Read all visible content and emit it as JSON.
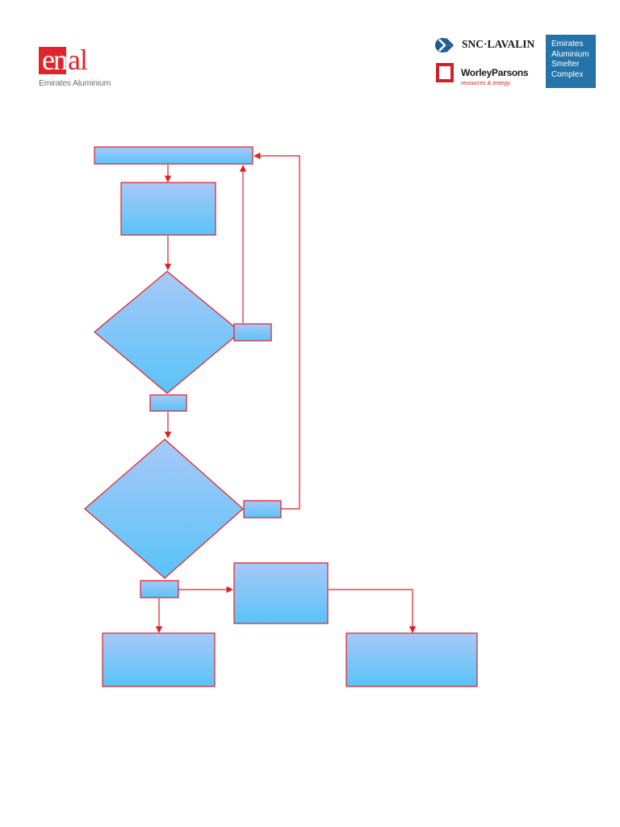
{
  "header": {
    "left_logo": {
      "wordmark_em": "em",
      "wordmark_al": "al",
      "subtitle": "Emirates Aluminium",
      "brand_color": "#e0242b"
    },
    "right_logos": {
      "snc": {
        "name": "SNC·LAVALIN",
        "mark_color": "#1e5b9a"
      },
      "worley": {
        "name": "WorleyParsons",
        "tagline": "resources & energy",
        "brand_color": "#d21f26"
      },
      "complex": {
        "lines": [
          "Emirates",
          "Aluminium",
          "Smelter",
          "Complex"
        ],
        "background": "#2574a9"
      }
    }
  },
  "flowchart": {
    "node_fill_top": "#a8c8f8",
    "node_fill_bottom": "#58c4f8",
    "border_color": "#e31c23",
    "connector_color": "#e31c23",
    "nodes": {
      "top_bar": "",
      "process_1": "",
      "decision_1": "",
      "decision_1_right_label": "",
      "decision_1_bottom_label": "",
      "decision_2": "",
      "decision_2_right_label": "",
      "decision_2_bottom_label": "",
      "process_middle": "",
      "end_left": "",
      "end_right": ""
    }
  }
}
